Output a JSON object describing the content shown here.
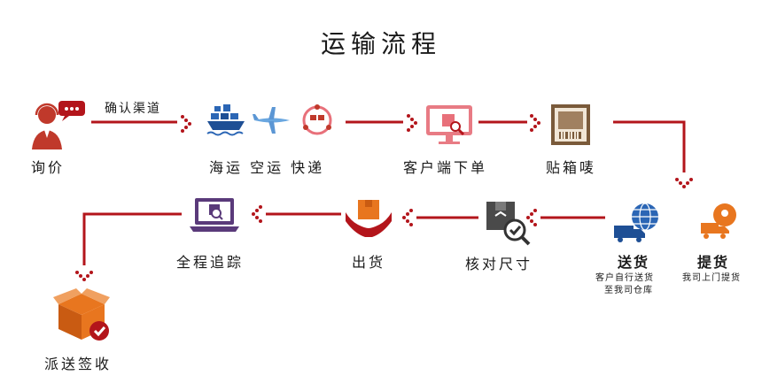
{
  "title": "运输流程",
  "steps": {
    "inquiry": "询价",
    "channel_confirm": "确认渠道",
    "shipping_modes": "海运 空运 快递",
    "client_order": "客户端下单",
    "label_print": "贴箱唛",
    "delivery": "送货",
    "delivery_note_1": "客户自行送货",
    "delivery_note_2": "至我司仓库",
    "pickup": "提货",
    "pickup_note": "我司上门提货",
    "measure": "核对尺寸",
    "ship_out": "出货",
    "tracking": "全程追踪",
    "sign_receipt": "派送签收"
  },
  "colors": {
    "accent_red": "#b3151b",
    "icon_red": "#c0392b",
    "icon_pink": "#e8707a",
    "icon_orange": "#e8761f",
    "icon_blue": "#2b66b5",
    "icon_purple": "#5a3a7a",
    "icon_brown": "#7a5a3a"
  }
}
